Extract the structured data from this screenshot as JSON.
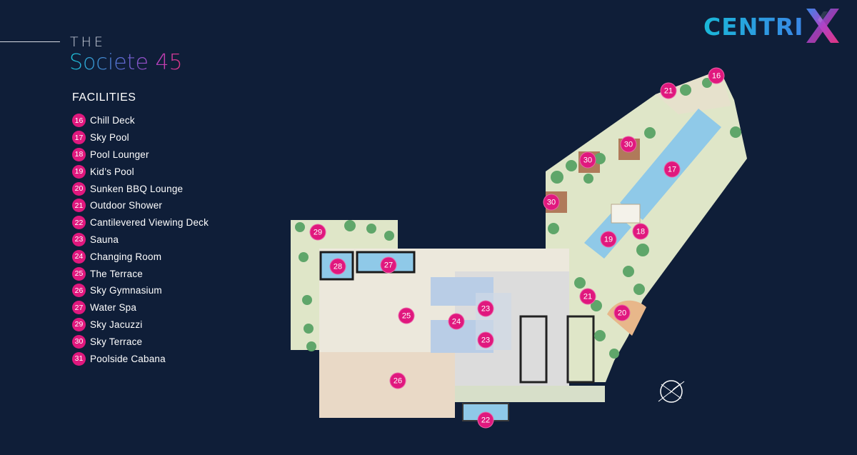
{
  "header": {
    "the": "THE",
    "title": "Societe 45"
  },
  "logo": {
    "text": "CENTRI",
    "mark": "X"
  },
  "facilities_heading": "FACILITIES",
  "legend": [
    {
      "num": "16",
      "label": "Chill Deck"
    },
    {
      "num": "17",
      "label": "Sky Pool"
    },
    {
      "num": "18",
      "label": "Pool Lounger"
    },
    {
      "num": "19",
      "label": "Kid’s Pool"
    },
    {
      "num": "20",
      "label": "Sunken BBQ Lounge"
    },
    {
      "num": "21",
      "label": "Outdoor Shower"
    },
    {
      "num": "22",
      "label": "Cantilevered Viewing Deck"
    },
    {
      "num": "23",
      "label": "Sauna"
    },
    {
      "num": "24",
      "label": "Changing Room"
    },
    {
      "num": "25",
      "label": "The Terrace"
    },
    {
      "num": "26",
      "label": "Sky Gymnasium"
    },
    {
      "num": "27",
      "label": "Water Spa"
    },
    {
      "num": "29",
      "label": "Sky Jacuzzi"
    },
    {
      "num": "30",
      "label": "Sky Terrace"
    },
    {
      "num": "31",
      "label": "Poolside Cabana"
    }
  ],
  "plan_markers": [
    "16",
    "21",
    "30",
    "30",
    "17",
    "30",
    "19",
    "18",
    "29",
    "28",
    "27",
    "25",
    "24",
    "23",
    "23",
    "21",
    "20",
    "26",
    "22"
  ],
  "colors": {
    "background": "#0f1e38",
    "accent": "#e0187e",
    "landscape": "#dfe6c8",
    "floor": "#e9e3d4",
    "pool": "#8fc9e8"
  },
  "icons": [
    "compass-icon"
  ]
}
